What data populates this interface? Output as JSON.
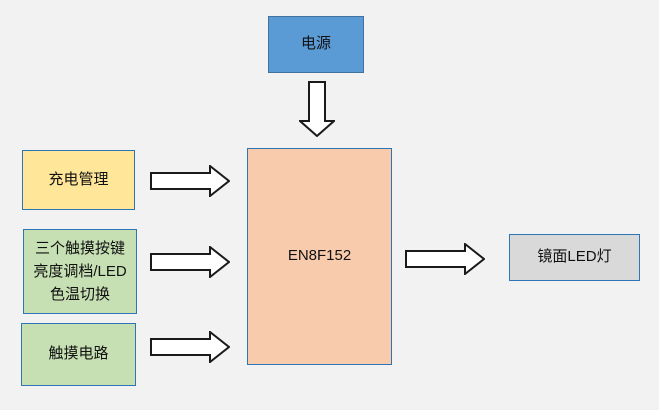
{
  "canvas": {
    "background": "#F2F2F2",
    "arrow_fill": "#FFFFFF",
    "arrow_stroke": "#1A1A1A"
  },
  "nodes": {
    "power": {
      "label": "电源",
      "fill": "#5B9BD5",
      "border": "#41719C"
    },
    "charge": {
      "label": "充电管理",
      "fill": "#FFE699",
      "border": "#2E75B6"
    },
    "touch_keys": {
      "label": "三个触摸按键\n亮度调档/LED\n色温切换",
      "fill": "#C6E0B4",
      "border": "#2E75B6"
    },
    "touch_circuit": {
      "label": "触摸电路",
      "fill": "#C6E0B4",
      "border": "#2E75B6"
    },
    "mcu": {
      "label": "EN8F152",
      "fill": "#F8CBAD",
      "border": "#2E75B6"
    },
    "led": {
      "label": "镜面LED灯",
      "fill": "#D9D9D9",
      "border": "#2E75B6"
    }
  },
  "arrows": [
    {
      "name": "power-to-mcu",
      "direction": "down"
    },
    {
      "name": "charge-to-mcu",
      "direction": "right"
    },
    {
      "name": "touch-keys-to-mcu",
      "direction": "right"
    },
    {
      "name": "touch-circuit-to-mcu",
      "direction": "right"
    },
    {
      "name": "mcu-to-led",
      "direction": "right"
    }
  ]
}
